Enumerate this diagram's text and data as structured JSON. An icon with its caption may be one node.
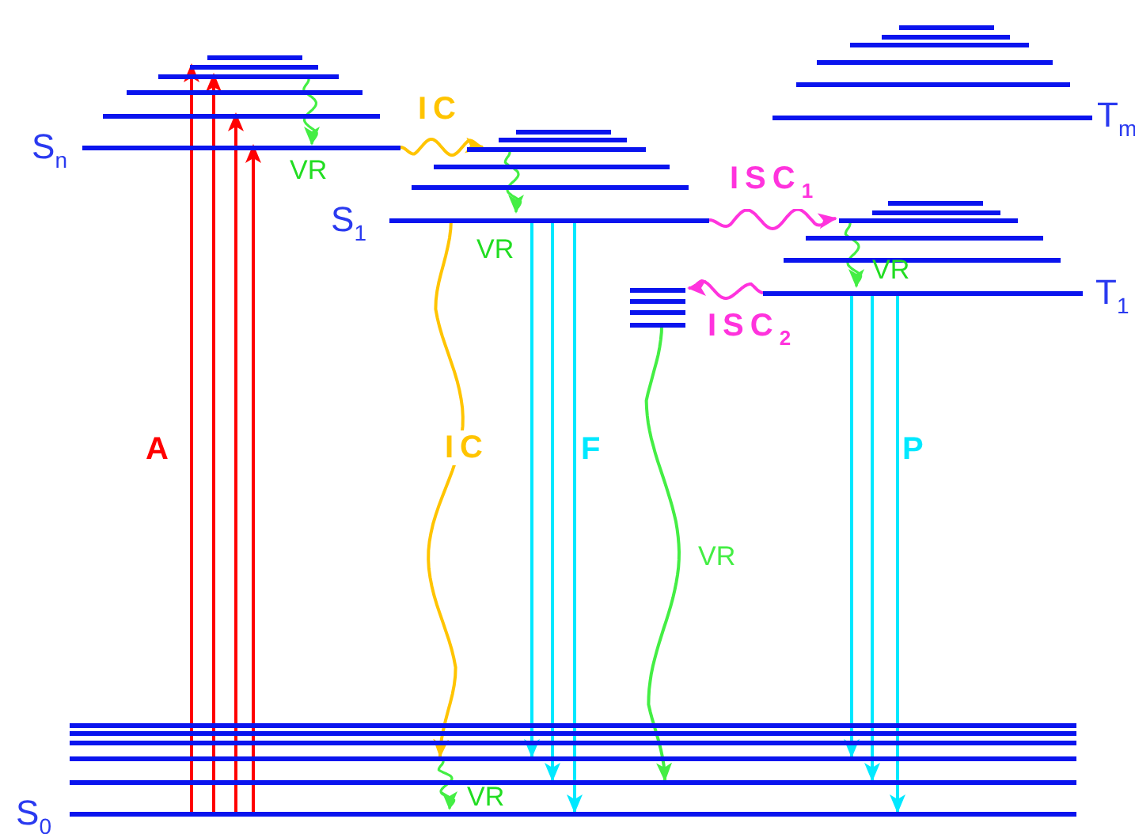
{
  "diagram": {
    "nodes": [
      {
        "text": [
          "S$_{n}$"
        ]
      },
      {
        "text": [
          "S$_{1}$"
        ]
      },
      {
        "text": [
          "T$_{m}$"
        ]
      },
      {
        "text": [
          "T$_{1}$"
        ]
      },
      {
        "text": [],
        "shape": "bar"
      },
      {
        "text": [
          "S$_{0}$"
        ]
      }
    ],
    "edges": [
      {
        "from": 5,
        "to": 0,
        "arrow": "to",
        "label": "A",
        "color": "#ff0000"
      },
      {
        "from": 5,
        "to": 0,
        "arrow": "to",
        "color": "#ff0000"
      },
      {
        "from": 5,
        "to": 0,
        "arrow": "to",
        "color": "#ff0000"
      },
      {
        "from": 5,
        "to": 0,
        "arrow": "to",
        "color": "#ff0000"
      },
      {
        "from": 0,
        "to": 1,
        "arrow": "to",
        "label": "IC",
        "color": "#ffc400"
      },
      {
        "from": 1,
        "to": 3,
        "arrow": "to",
        "label": "ISC$_{1}$",
        "color": "#ff33dd"
      },
      {
        "from": 3,
        "to": 4,
        "arrow": "to",
        "label": "ISC$_{2}$",
        "color": "#ff33dd"
      },
      {
        "from": 1,
        "to": 5,
        "arrow": "to",
        "label": "IC",
        "color": "#ffc400"
      },
      {
        "from": 1,
        "to": 5,
        "arrow": "to"
      },
      {
        "from": 1,
        "to": 5,
        "arrow": "to"
      },
      {
        "from": 1,
        "to": 5,
        "arrow": "to",
        "label": "F"
      },
      {
        "from": 4,
        "to": 5,
        "arrow": "to",
        "label": "VR",
        "color": "#44ee44"
      },
      {
        "from": 3,
        "to": 5,
        "arrow": "to"
      },
      {
        "from": 3,
        "to": 5,
        "arrow": "to"
      },
      {
        "from": 3,
        "to": 5,
        "arrow": "to",
        "label": "P"
      }
    ],
    "labels": [
      "VR",
      "VR",
      "VR",
      "VR"
    ]
  }
}
